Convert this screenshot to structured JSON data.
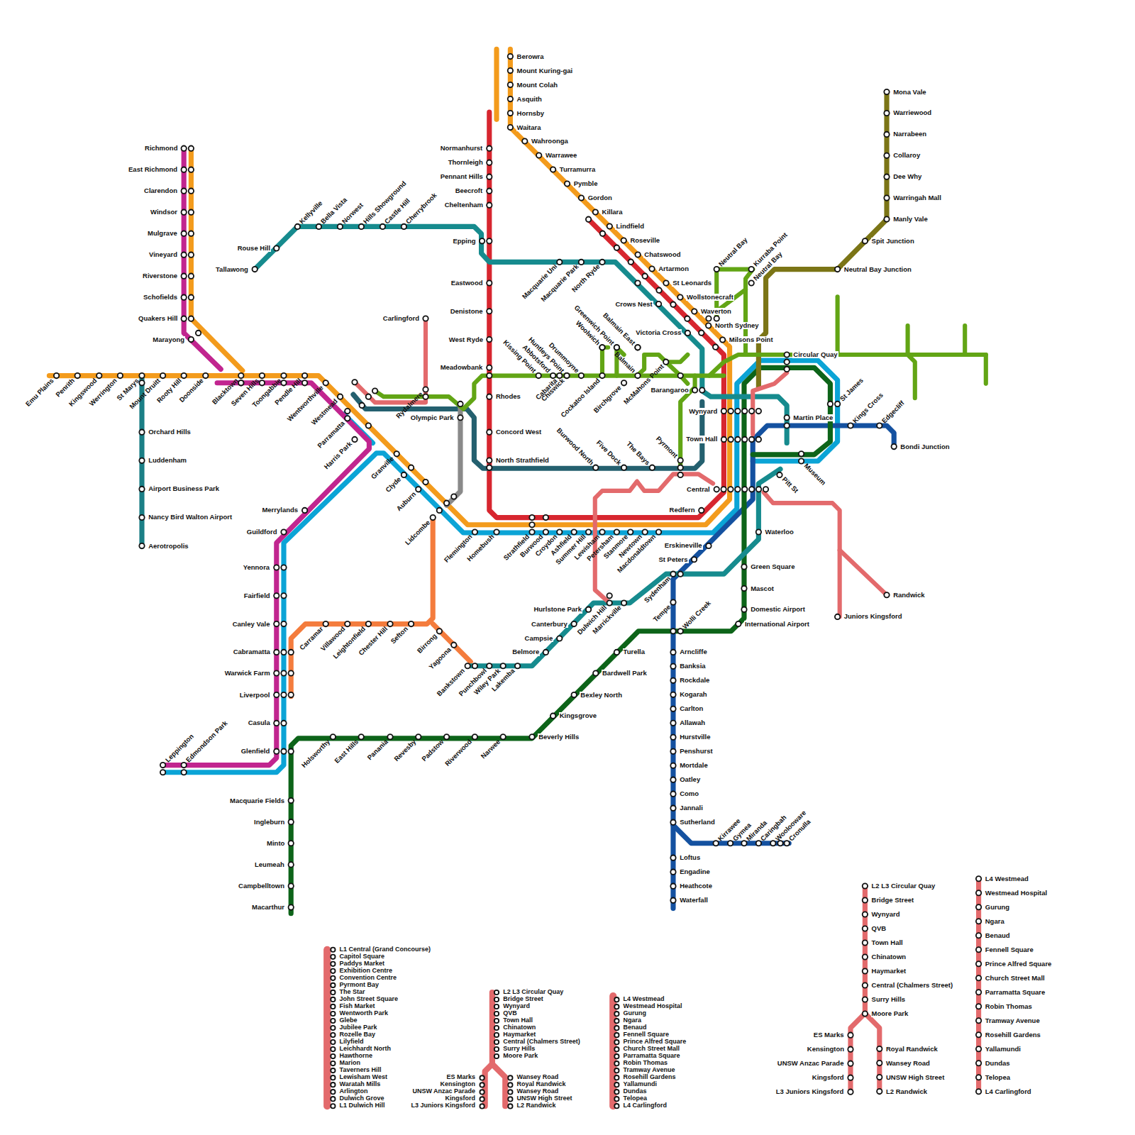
{
  "diagram": {
    "labels": [
      "Berowra",
      "Mount Kuring-gai",
      "Mount Colah",
      "Asquith",
      "Hornsby",
      "Waitara",
      "Wahroonga",
      "Warrawee",
      "Turramurra",
      "Pymble",
      "Gordon",
      "Killara",
      "Lindfield",
      "Roseville",
      "Chatswood",
      "Artarmon",
      "St Leonards",
      "Wollstonecraft",
      "Waverton",
      "North Sydney",
      "Milsons Point",
      "Normanhurst",
      "Thornleigh",
      "Pennant Hills",
      "Beecroft",
      "Cheltenham",
      "Epping",
      "Eastwood",
      "Denistone",
      "West Ryde",
      "Meadowbank",
      "Rhodes",
      "Concord West",
      "North Strathfield",
      "Rouse Hill",
      "Tallawong",
      "Kellyville",
      "Bella Vista",
      "Norwest",
      "Hills Showground",
      "Castle Hill",
      "Cherrybrook",
      "Macquarie Uni",
      "Macquarie Park",
      "North Ryde",
      "Crows Nest",
      "Victoria Cross",
      "Barangaroo",
      "Carlingford",
      "Rydalmere",
      "Olympic Park",
      "Emu Plains",
      "Penrith",
      "Kingswood",
      "Werrington",
      "St Marys",
      "Mount Druitt",
      "Rooty Hill",
      "Doonside",
      "Blacktown",
      "Seven Hills",
      "Toongabbie",
      "Pendle Hill",
      "Wentworthville",
      "Westmead",
      "Parramatta",
      "Harris Park",
      "Richmond",
      "East Richmond",
      "Clarendon",
      "Windsor",
      "Mulgrave",
      "Vineyard",
      "Riverstone",
      "Schofields",
      "Quakers Hill",
      "Marayong",
      "Orchard Hills",
      "Luddenham",
      "Airport Business Park",
      "Nancy Bird Walton Airport",
      "Aerotropolis",
      "Merrylands",
      "Guildford",
      "Yennora",
      "Fairfield",
      "Canley Vale",
      "Cabramatta",
      "Warwick Farm",
      "Liverpool",
      "Casula",
      "Glenfield",
      "Leppington",
      "Edmondson Park",
      "Granville",
      "Clyde",
      "Auburn",
      "Lidcombe",
      "Flemington",
      "Homebush",
      "Strathfield",
      "Burwood",
      "Croydon",
      "Ashfield",
      "Summer Hill",
      "Lewisham",
      "Petersham",
      "Stanmore",
      "Newtown",
      "Macdonaldtown",
      "Redfern",
      "Erskineville",
      "St Peters",
      "Sydenham",
      "Tempe",
      "Wolli Creek",
      "Carramar",
      "Villawood",
      "Leightonfield",
      "Chester Hill",
      "Sefton",
      "Birrong",
      "Yagoona",
      "Bankstown",
      "Punchbowl",
      "Wiley Park",
      "Lakemba",
      "Belmore",
      "Campsie",
      "Canterbury",
      "Hurlstone Park",
      "Dulwich Hill",
      "Marrickville",
      "Holsworthy",
      "East Hills",
      "Panania",
      "Revesby",
      "Padstow",
      "Riverwood",
      "Narwee",
      "Beverly Hills",
      "Kingsgrove",
      "Bexley North",
      "Bardwell Park",
      "Turella",
      "Macquarie Fields",
      "Ingleburn",
      "Minto",
      "Leumeah",
      "Campbelltown",
      "Macarthur",
      "Green Square",
      "Mascot",
      "Domestic Airport",
      "International Airport",
      "Waterloo",
      "Arncliffe",
      "Banksia",
      "Rockdale",
      "Kogarah",
      "Carlton",
      "Allawah",
      "Hurstville",
      "Penshurst",
      "Mortdale",
      "Oatley",
      "Como",
      "Jannali",
      "Sutherland",
      "Loftus",
      "Engadine",
      "Heathcote",
      "Waterfall",
      "Kirrawee",
      "Gymea",
      "Miranda",
      "Caringbah",
      "Woolooware",
      "Cronulla",
      "Circular Quay",
      "Wynyard",
      "Town Hall",
      "Central",
      "Martin Place",
      "St James",
      "Museum",
      "Pitt St",
      "Kings Cross",
      "Edgecliff",
      "Bondi Junction",
      "Burwood North",
      "Five Dock",
      "The Bays",
      "Pyrmont",
      "Kissing Point",
      "Abbotsford",
      "Huntleys Point",
      "Drummoyne",
      "Cabarita",
      "Chiswick",
      "Cockatoo Island",
      "Woolwich",
      "Greenwich Point",
      "Balmain East",
      "Balmain",
      "Birchgrove",
      "McMahons Point",
      "Neutral Bay",
      "Kurraba Point",
      "Neutral Bay",
      "Neutral Bay Junction",
      "Spit Junction",
      "Mona Vale",
      "Warriewood",
      "Narrabeen",
      "Collaroy",
      "Dee Why",
      "Warringah Mall",
      "Manly Vale",
      "Juniors Kingsford",
      "Randwick",
      "L1 Central (Grand Concourse)",
      "Capitol Square",
      "Paddys Market",
      "Exhibition Centre",
      "Convention Centre",
      "Pyrmont Bay",
      "The Star",
      "John Street Square",
      "Fish Market",
      "Wentworth Park",
      "Glebe",
      "Jubilee Park",
      "Rozelle Bay",
      "Lilyfield",
      "Leichhardt North",
      "Hawthorne",
      "Marion",
      "Taverners Hill",
      "Lewisham West",
      "Waratah Mills",
      "Arlington",
      "Dulwich Grove",
      "L1 Dulwich Hill",
      "L2 L3 Circular Quay",
      "Bridge Street",
      "Wynyard",
      "QVB",
      "Town Hall",
      "Chinatown",
      "Haymarket",
      "Central (Chalmers Street)",
      "Surry Hills",
      "Moore Park",
      "ES Marks",
      "Kensington",
      "UNSW Anzac Parade",
      "Kingsford",
      "L3 Juniors Kingsford",
      "Wansey Road",
      "Royal Randwick",
      "Wansey Road",
      "UNSW High Street",
      "L2 Randwick",
      "L4 Westmead",
      "Westmead Hospital",
      "Gurung",
      "Ngara",
      "Benaud",
      "Fennell Square",
      "Prince Alfred Square",
      "Church Street Mall",
      "Parramatta Square",
      "Robin Thomas",
      "Tramway Avenue",
      "Rosehill Gardens",
      "Yallamundi",
      "Dundas",
      "Telopea",
      "L4 Carlingford",
      "L2 L3 Circular Quay",
      "Bridge Street",
      "Wynyard",
      "QVB",
      "Town Hall",
      "Chinatown",
      "Haymarket",
      "Central (Chalmers Street)",
      "Surry Hills",
      "Moore Park",
      "ES Marks",
      "Kensington",
      "UNSW Anzac Parade",
      "Kingsford",
      "L3 Juniors Kingsford",
      "Royal Randwick",
      "Wansey Road",
      "UNSW High Street",
      "L2 Randwick",
      "L4 Westmead",
      "Westmead Hospital",
      "Gurung",
      "Ngara",
      "Benaud",
      "Fennell Square",
      "Prince Alfred Square",
      "Church Street Mall",
      "Parramatta Square",
      "Robin Thomas",
      "Tramway Avenue",
      "Rosehill Gardens",
      "Yallamundi",
      "Dundas",
      "Telopea",
      "L4 Carlingford"
    ]
  }
}
